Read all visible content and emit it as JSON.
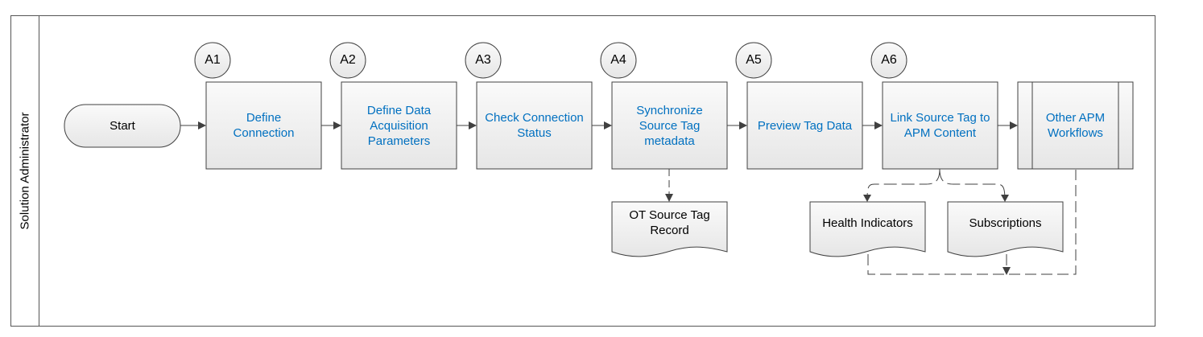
{
  "lane": {
    "label": "Solution Administrator"
  },
  "start": {
    "label": "Start"
  },
  "steps": [
    {
      "id": "A1",
      "label": "Define\nConnection"
    },
    {
      "id": "A2",
      "label": "Define Data\nAcquisition\nParameters"
    },
    {
      "id": "A3",
      "label": "Check Connection\nStatus"
    },
    {
      "id": "A4",
      "label": "Synchronize\nSource Tag\nmetadata"
    },
    {
      "id": "A5",
      "label": "Preview Tag Data"
    },
    {
      "id": "A6",
      "label": "Link Source Tag to\nAPM Content"
    }
  ],
  "subprocess": {
    "label": "Other APM\nWorkflows"
  },
  "documents": {
    "ot_record": "OT Source Tag\nRecord",
    "health": "Health Indicators",
    "subscriptions": "Subscriptions"
  },
  "colors": {
    "link_text": "#0070c0",
    "box_fill": "#f2f2f2",
    "border": "#555555"
  }
}
